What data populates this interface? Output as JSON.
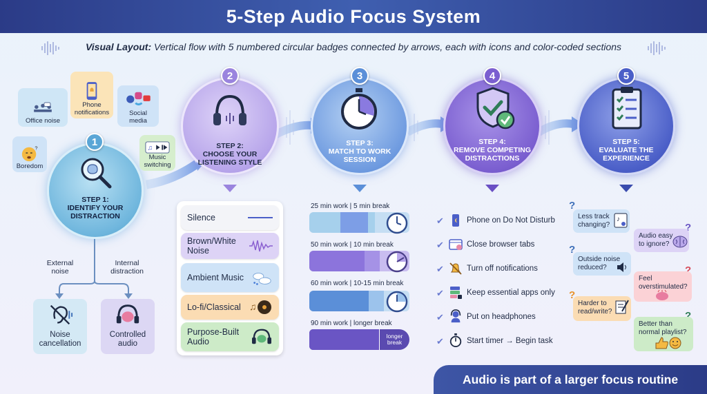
{
  "title": "5-Step Audio Focus System",
  "subtitle": {
    "lead": "Visual Layout:",
    "text": "Vertical flow with 5 numbered circular badges connected by arrows, each with icons and color-coded sections"
  },
  "steps": [
    {
      "number": "1",
      "label_line1": "STEP 1:",
      "label_line2": "IDENTIFY YOUR",
      "label_line3": "DISTRACTION",
      "icon": "brain-magnifier-icon",
      "color": "#7fc4e6"
    },
    {
      "number": "2",
      "label_line1": "STEP 2:",
      "label_line2": "CHOOSE YOUR",
      "label_line3": "LISTENING STYLE",
      "icon": "headphones-icon",
      "color": "#b9a7ea"
    },
    {
      "number": "3",
      "label_line1": "STEP 3:",
      "label_line2": "MATCH TO WORK",
      "label_line3": "SESSION",
      "icon": "stopwatch-icon",
      "color": "#5b8fd8"
    },
    {
      "number": "4",
      "label_line1": "STEP 4:",
      "label_line2": "REMOVE COMPETING",
      "label_line3": "DISTRACTIONS",
      "icon": "shield-check-icon",
      "color": "#7b5fd0"
    },
    {
      "number": "5",
      "label_line1": "STEP 5:",
      "label_line2": "EVALUATE THE",
      "label_line3": "EXPERIENCE",
      "icon": "clipboard-icon",
      "color": "#4b5fc8"
    }
  ],
  "distractions": [
    {
      "label_line1": "Office noise",
      "label_line2": "",
      "icon": "office-icon"
    },
    {
      "label_line1": "Phone",
      "label_line2": "notifications",
      "icon": "phone-bell-icon"
    },
    {
      "label_line1": "Social",
      "label_line2": "media",
      "icon": "social-media-icon"
    },
    {
      "label_line1": "Boredom",
      "label_line2": "",
      "icon": "bored-face-icon"
    },
    {
      "label_line1": "Music",
      "label_line2": "switching",
      "icon": "music-player-icon"
    }
  ],
  "branch": {
    "left_label_line1": "External",
    "left_label_line2": "noise",
    "right_label_line1": "Internal",
    "right_label_line2": "distraction",
    "left_result_line1": "Noise",
    "left_result_line2": "cancellation",
    "right_result_line1": "Controlled",
    "right_result_line2": "audio"
  },
  "listening_styles": [
    {
      "label_line1": "Silence",
      "label_line2": "",
      "color": "#f3f4f8",
      "icon": "flat-line-icon"
    },
    {
      "label_line1": "Brown/White",
      "label_line2": "Noise",
      "color": "#ddd3f6",
      "icon": "soundwave-icon"
    },
    {
      "label_line1": "Ambient Music",
      "label_line2": "",
      "color": "#cfe3f7",
      "icon": "clouds-icon"
    },
    {
      "label_line1": "Lo-fi/Classical",
      "label_line2": "",
      "color": "#fbdcb3",
      "icon": "vinyl-icon"
    },
    {
      "label_line1": "Purpose-Built",
      "label_line2": "Audio",
      "color": "#cdebc8",
      "icon": "brain-headphones-icon"
    }
  ],
  "sessions": [
    {
      "label": "25 min work | 5 min break",
      "work_fraction": 0.83,
      "extra": ""
    },
    {
      "label": "50 min work | 10 min break",
      "work_fraction": 0.83,
      "extra": ""
    },
    {
      "label": "60 min work | 10-15 min break",
      "work_fraction": 0.82,
      "extra": ""
    },
    {
      "label": "90 min work | longer break",
      "work_fraction": 0.7,
      "extra_line1": "longer",
      "extra_line2": "break"
    }
  ],
  "checklist": [
    {
      "label": "Phone on Do Not Disturb",
      "icon": "phone-moon-icon"
    },
    {
      "label": "Close browser tabs",
      "icon": "browser-close-icon"
    },
    {
      "label": "Turn off notifications",
      "icon": "bell-off-icon"
    },
    {
      "label": "Keep essential apps only",
      "icon": "apps-lock-icon"
    },
    {
      "label": "Put on headphones",
      "icon": "headset-person-icon"
    },
    {
      "label": "Start timer → Begin task",
      "icon": "timer-icon"
    }
  ],
  "evaluation": [
    {
      "line1": "Less track",
      "line2": "changing?",
      "color": "#cfe3f7",
      "icon": "playlist-icon"
    },
    {
      "line1": "Audio easy",
      "line2": "to ignore?",
      "color": "#ddd3f6",
      "icon": "brain-icon"
    },
    {
      "line1": "Outside noise",
      "line2": "reduced?",
      "color": "#cfe3f7",
      "icon": "speaker-icon"
    },
    {
      "line1": "Feel",
      "line2": "overstimulated?",
      "color": "#fbd2d6",
      "icon": "overheat-brain-icon"
    },
    {
      "line1": "Harder to",
      "line2": "read/write?",
      "color": "#fbdcb3",
      "icon": "write-icon"
    },
    {
      "line1": "Better than",
      "line2": "normal playlist?",
      "color": "#cdebc8",
      "icon": "thumbs-smile-icon"
    }
  ],
  "footer": "Audio is part of a larger focus routine"
}
